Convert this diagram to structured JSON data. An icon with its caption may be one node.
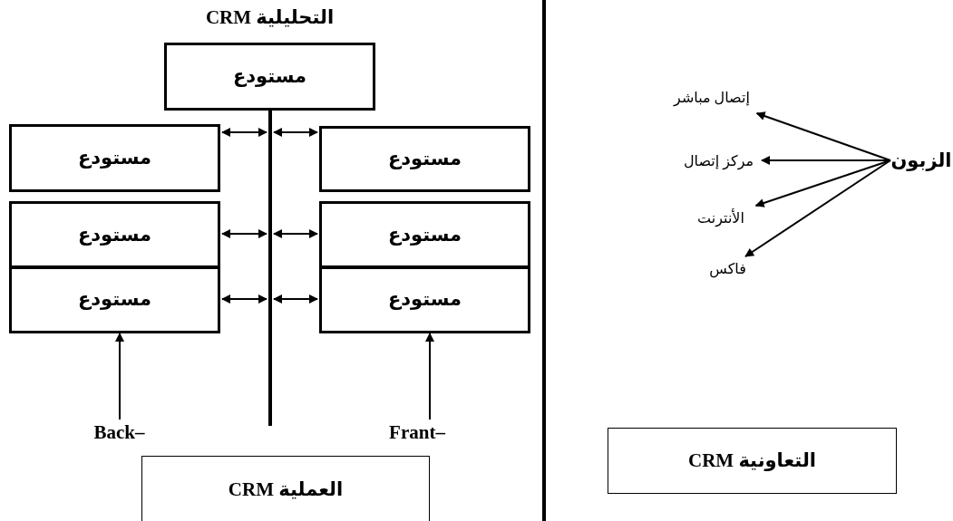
{
  "diagram": {
    "nodes": [
      {
        "text": [
          "مستودع"
        ]
      },
      {
        "text": [
          "مستودع"
        ]
      },
      {
        "text": [
          "مستودع"
        ]
      },
      {
        "text": [
          "مستودع"
        ]
      },
      {
        "text": [
          "مستودع"
        ]
      },
      {
        "text": [
          "مستودع"
        ]
      },
      {
        "text": [
          "مستودع"
        ]
      },
      {
        "text": [],
        "shape": "bar"
      },
      {
        "text": [
          "Back–"
        ]
      },
      {
        "text": [
          "Frant–"
        ]
      },
      {
        "text": [
          "CRM العملية"
        ]
      },
      {
        "text": [
          "CRM التعاونية"
        ]
      },
      {
        "text": [
          "الزبون"
        ]
      },
      {
        "text": [
          "إتصال مباشر"
        ]
      },
      {
        "text": [
          "مركز إتصال"
        ]
      },
      {
        "text": [
          "الأنترنت"
        ]
      },
      {
        "text": [
          "فاكس"
        ]
      }
    ],
    "edges": [
      {
        "from": 1,
        "to": 7,
        "arrow": "both"
      },
      {
        "from": 7,
        "to": 2,
        "arrow": "both"
      },
      {
        "from": 3,
        "to": 7,
        "arrow": "both"
      },
      {
        "from": 7,
        "to": 4,
        "arrow": "both"
      },
      {
        "from": 5,
        "to": 7,
        "arrow": "both"
      },
      {
        "from": 7,
        "to": 6,
        "arrow": "both"
      },
      {
        "from": 8,
        "to": 5,
        "arrow": "to"
      },
      {
        "from": 9,
        "to": 6,
        "arrow": "to"
      },
      {
        "from": 12,
        "to": 13,
        "arrow": "to"
      },
      {
        "from": 12,
        "to": 14,
        "arrow": "to"
      },
      {
        "from": 12,
        "to": 15,
        "arrow": "to"
      },
      {
        "from": 12,
        "to": 16,
        "arrow": "to"
      }
    ],
    "labels": [
      "CRM التحليلية"
    ]
  }
}
